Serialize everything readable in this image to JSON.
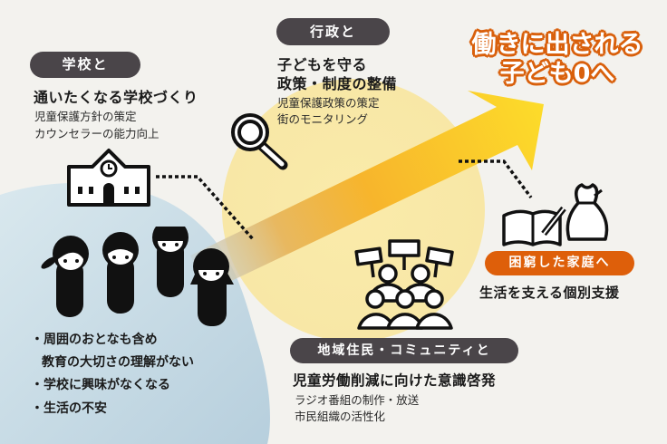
{
  "title": {
    "line1": "働きに出される",
    "line2": "子ども0へ"
  },
  "school": {
    "pill": "学校と",
    "heading": "通いたくなる学校づくり",
    "items": [
      "児童保護方針の策定",
      "カウンセラーの能力向上"
    ]
  },
  "government": {
    "pill": "行政と",
    "heading": [
      "子どもを守る",
      "政策・制度の整備"
    ],
    "items": [
      "児童保護政策の策定",
      "街のモニタリング"
    ]
  },
  "family": {
    "pill": "困窮した家庭へ",
    "heading": "生活を支える個別支援"
  },
  "community": {
    "pill": "地域住民・コミュニティと",
    "heading": "児童労働削減に向けた意識啓発",
    "items": [
      "ラジオ番組の制作・放送",
      "市民組織の活性化"
    ]
  },
  "problems": {
    "items": [
      "周囲のおとなも含め",
      "教育の大切さの理解がない",
      "学校に興味がなくなる",
      "生活の不安"
    ]
  },
  "colors": {
    "dark": "#4a4549",
    "orange": "#de5f0a",
    "yellow": "#fbd72b",
    "background": "#f3f2ee"
  }
}
